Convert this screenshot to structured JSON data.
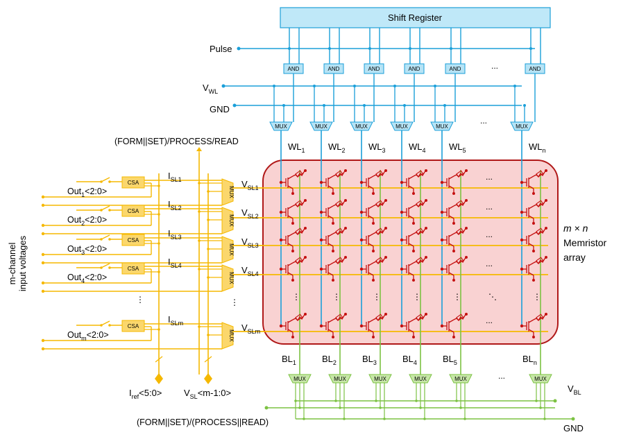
{
  "shift_register": {
    "label": "Shift Register"
  },
  "top": {
    "pulse": "Pulse",
    "vwl_main": "V",
    "vwl_sub": "WL",
    "gnd": "GND"
  },
  "left": {
    "mode_label": "(FORM||SET)/PROCESS/READ",
    "channel_label_1": "m-channel",
    "channel_label_2": "input voltages"
  },
  "array": {
    "size_label": "m × n",
    "name_line1": "Memristor",
    "name_line2": "array"
  },
  "blocks": {
    "and": "AND",
    "mux": "MUX",
    "csa": "CSA"
  },
  "word_lines": [
    "1",
    "2",
    "3",
    "4",
    "5",
    "n"
  ],
  "bit_lines": [
    "1",
    "2",
    "3",
    "4",
    "5",
    "n"
  ],
  "source_lines": [
    {
      "out": "Out",
      "out_sub": "1",
      "out_bits": "<2:0>",
      "isl_sub": "SL1",
      "vsl_sub": "SL1"
    },
    {
      "out": "Out",
      "out_sub": "2",
      "out_bits": "<2:0>",
      "isl_sub": "SL2",
      "vsl_sub": "SL2"
    },
    {
      "out": "Out",
      "out_sub": "3",
      "out_bits": "<2:0>",
      "isl_sub": "SL3",
      "vsl_sub": "SL3"
    },
    {
      "out": "Out",
      "out_sub": "4",
      "out_bits": "<2:0>",
      "isl_sub": "SL4",
      "vsl_sub": "SL4"
    },
    {
      "out": "Out",
      "out_sub": "m",
      "out_bits": "<2:0>",
      "isl_sub": "SLm",
      "vsl_sub": "SLm"
    }
  ],
  "line_letters": {
    "wl": "WL",
    "bl": "BL",
    "i": "I",
    "v": "V"
  },
  "bottom": {
    "iref_main": "I",
    "iref_sub": "ref",
    "iref_rest": "<5:0>",
    "vsl_main": "V",
    "vsl_sub": "SL",
    "vsl_rest": "<m-1:0>",
    "mode_label": "(FORM||SET)/(PROCESS||READ)",
    "vbl_main": "V",
    "vbl_sub": "BL",
    "gnd": "GND"
  },
  "ellipsis": {
    "horizontal": "...",
    "vertical": "⋮",
    "diagonal": "⋱"
  },
  "colors": {
    "wire_blue": "#1a9fd9",
    "wire_orange": "#f5b800",
    "wire_green": "#7cc242",
    "memristor_red": "#c41010",
    "and_fill": "#b6e3f5",
    "mux_blue_fill": "#b6e3f5",
    "csa_fill": "#fbd76c",
    "mux_green_fill": "#c7e6a8",
    "array_fill": "#f9d2d2"
  }
}
